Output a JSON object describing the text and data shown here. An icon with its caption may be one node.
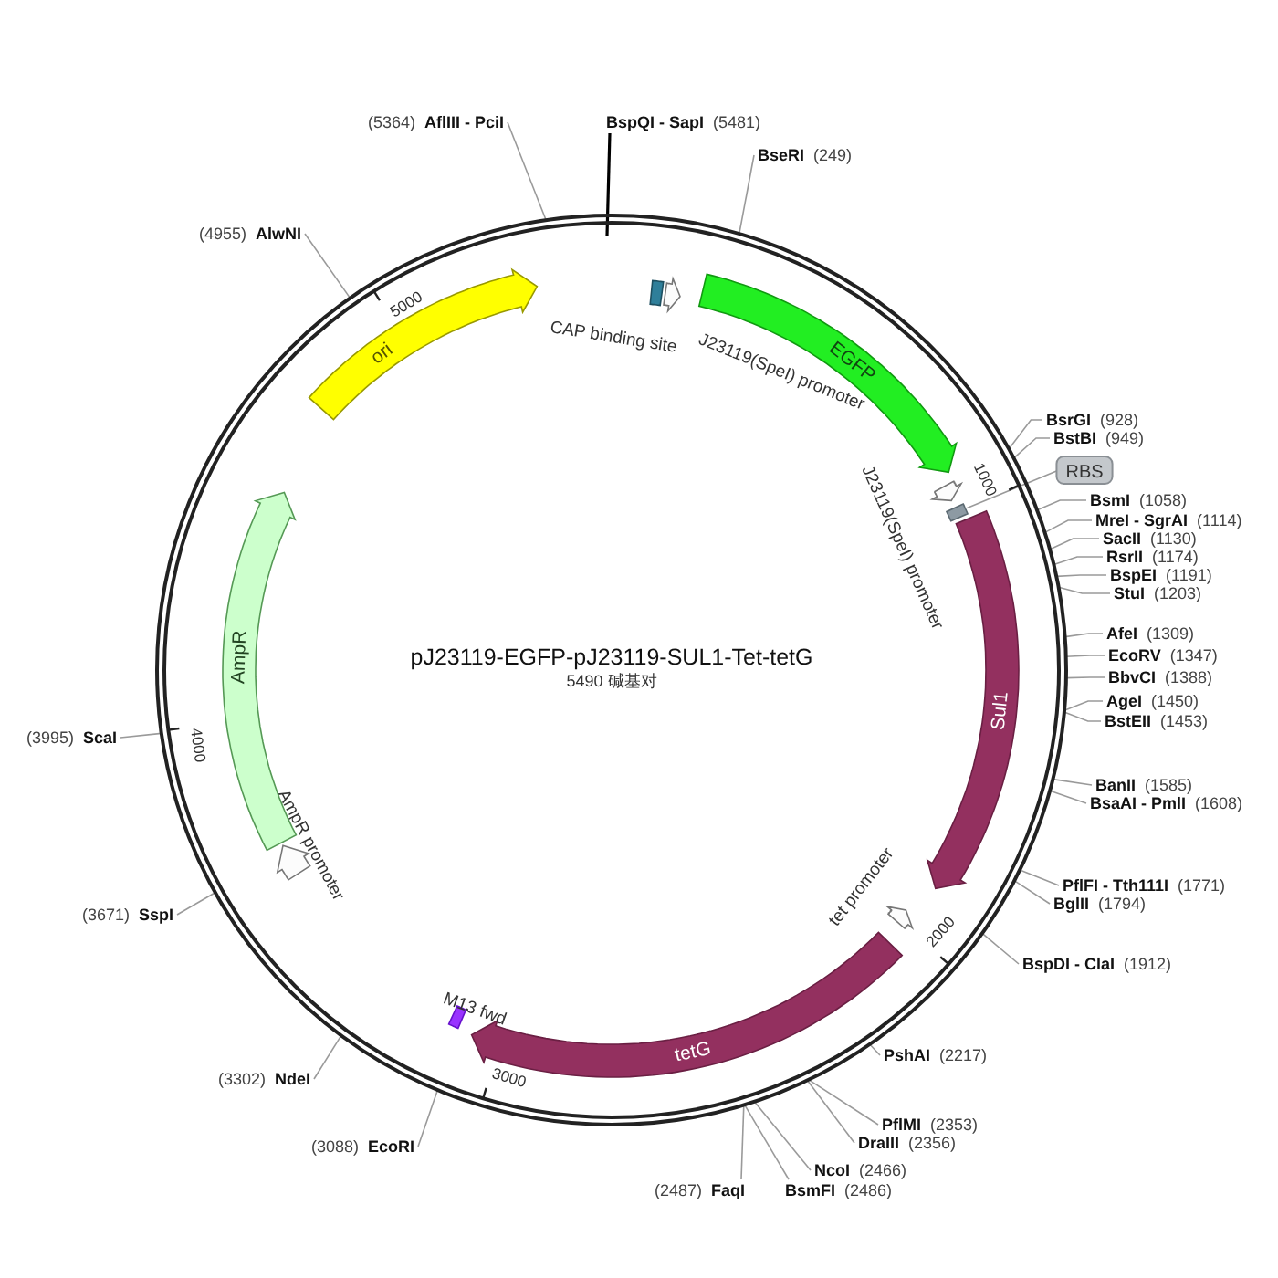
{
  "diagram": {
    "title": "pJ23119-EGFP-pJ23119-SUL1-Tet-tetG",
    "nodes": [
      {
        "text": [
          "CAP binding site"
        ]
      },
      {
        "text": [
          "J23119(SpeI) promoter"
        ]
      },
      {
        "text": [
          "EGFP"
        ]
      },
      {
        "text": [
          "J23119(SpeI) promoter"
        ]
      },
      {
        "text": [
          "RBS"
        ]
      },
      {
        "text": [],
        "shape": "box"
      },
      {
        "text": [
          "Sul1"
        ]
      },
      {
        "text": [
          "tet promoter"
        ]
      },
      {
        "text": [
          "tetG"
        ]
      },
      {
        "text": [
          "M13 fwd"
        ]
      },
      {
        "text": [
          "AmpR promoter"
        ]
      },
      {
        "text": [
          "AmpR"
        ]
      },
      {
        "text": [
          "ori"
        ]
      },
      {
        "text": [
          "(5364)",
          "AflIII - PciI"
        ]
      },
      {
        "text": [
          "BspQI - SapI",
          "(5481)"
        ]
      },
      {
        "text": [
          "BseRI",
          "(249)"
        ]
      },
      {
        "text": [
          "(4955)",
          "AlwNI"
        ]
      },
      {
        "text": [
          "BsrGI",
          "(928)"
        ]
      },
      {
        "text": [
          "BstBI",
          "(949)"
        ]
      },
      {
        "text": [
          "BsmI",
          "(1058)"
        ]
      },
      {
        "text": [
          "MreI - SgrAI",
          "(1114)"
        ]
      },
      {
        "text": [
          "SacII",
          "(1130)"
        ]
      },
      {
        "text": [
          "RsrII",
          "(1174)"
        ]
      },
      {
        "text": [
          "BspEI",
          "(1191)"
        ]
      },
      {
        "text": [
          "StuI",
          "(1203)"
        ]
      },
      {
        "text": [
          "AfeI",
          "(1309)"
        ]
      },
      {
        "text": [
          "EcoRV",
          "(1347)"
        ]
      },
      {
        "text": [
          "BbvCI",
          "(1388)"
        ]
      },
      {
        "text": [
          "AgeI",
          "(1450)"
        ]
      },
      {
        "text": [
          "BstEII",
          "(1453)"
        ]
      },
      {
        "text": [
          "BanII",
          "(1585)"
        ]
      },
      {
        "text": [
          "BsaAI - PmlI",
          "(1608)"
        ]
      },
      {
        "text": [
          "PflFI - Tth111I",
          "(1771)"
        ]
      },
      {
        "text": [
          "BglII",
          "(1794)"
        ]
      },
      {
        "text": [
          "BspDI - ClaI",
          "(1912)"
        ]
      },
      {
        "text": [
          "PshAI",
          "(2217)"
        ]
      },
      {
        "text": [
          "PflMI",
          "(2353)"
        ]
      },
      {
        "text": [
          "DraIII",
          "(2356)"
        ]
      },
      {
        "text": [
          "NcoI",
          "(2466)"
        ]
      },
      {
        "text": [
          "BsmFI",
          "(2486)"
        ]
      },
      {
        "text": [
          "(2487)",
          "FaqI"
        ]
      },
      {
        "text": [
          "(3088)",
          "EcoRI"
        ]
      },
      {
        "text": [
          "(3302)",
          "NdeI"
        ]
      },
      {
        "text": [
          "(3671)",
          "SspI"
        ]
      },
      {
        "text": [
          "(3995)",
          "ScaI"
        ]
      }
    ],
    "edges": [
      {
        "from": 4,
        "to": 5,
        "arrow": "none"
      },
      {
        "from": 13,
        "to": null,
        "arrow": "none"
      },
      {
        "from": 14,
        "to": null,
        "arrow": "none",
        "color": "#000000"
      },
      {
        "from": 15,
        "to": null,
        "arrow": "none"
      },
      {
        "from": 16,
        "to": null,
        "arrow": "none"
      },
      {
        "from": 17,
        "to": null,
        "arrow": "none"
      },
      {
        "from": 18,
        "to": null,
        "arrow": "none"
      },
      {
        "from": 19,
        "to": null,
        "arrow": "none"
      },
      {
        "from": 20,
        "to": null,
        "arrow": "none"
      },
      {
        "from": 21,
        "to": null,
        "arrow": "none"
      },
      {
        "from": 22,
        "to": null,
        "arrow": "none"
      },
      {
        "from": 23,
        "to": null,
        "arrow": "none"
      },
      {
        "from": 24,
        "to": null,
        "arrow": "none"
      },
      {
        "from": 25,
        "to": null,
        "arrow": "none"
      },
      {
        "from": 26,
        "to": null,
        "arrow": "none"
      },
      {
        "from": 27,
        "to": null,
        "arrow": "none"
      },
      {
        "from": 28,
        "to": null,
        "arrow": "none"
      },
      {
        "from": 29,
        "to": null,
        "arrow": "none"
      },
      {
        "from": 30,
        "to": null,
        "arrow": "none"
      },
      {
        "from": 31,
        "to": null,
        "arrow": "none"
      },
      {
        "from": 32,
        "to": null,
        "arrow": "none"
      },
      {
        "from": 33,
        "to": null,
        "arrow": "none"
      },
      {
        "from": 34,
        "to": null,
        "arrow": "none"
      },
      {
        "from": 35,
        "to": null,
        "arrow": "none"
      },
      {
        "from": 36,
        "to": null,
        "arrow": "none"
      },
      {
        "from": 37,
        "to": null,
        "arrow": "none"
      },
      {
        "from": 38,
        "to": null,
        "arrow": "none"
      },
      {
        "from": 39,
        "to": null,
        "arrow": "none"
      },
      {
        "from": 40,
        "to": null,
        "arrow": "none"
      },
      {
        "from": 41,
        "to": null,
        "arrow": "none"
      },
      {
        "from": 42,
        "to": null,
        "arrow": "none"
      },
      {
        "from": 43,
        "to": null,
        "arrow": "none"
      },
      {
        "from": 44,
        "to": null,
        "arrow": "none"
      }
    ],
    "labels": [
      "5000",
      "1000",
      "5490 碱基对",
      "4000",
      "2000",
      "3000"
    ]
  }
}
